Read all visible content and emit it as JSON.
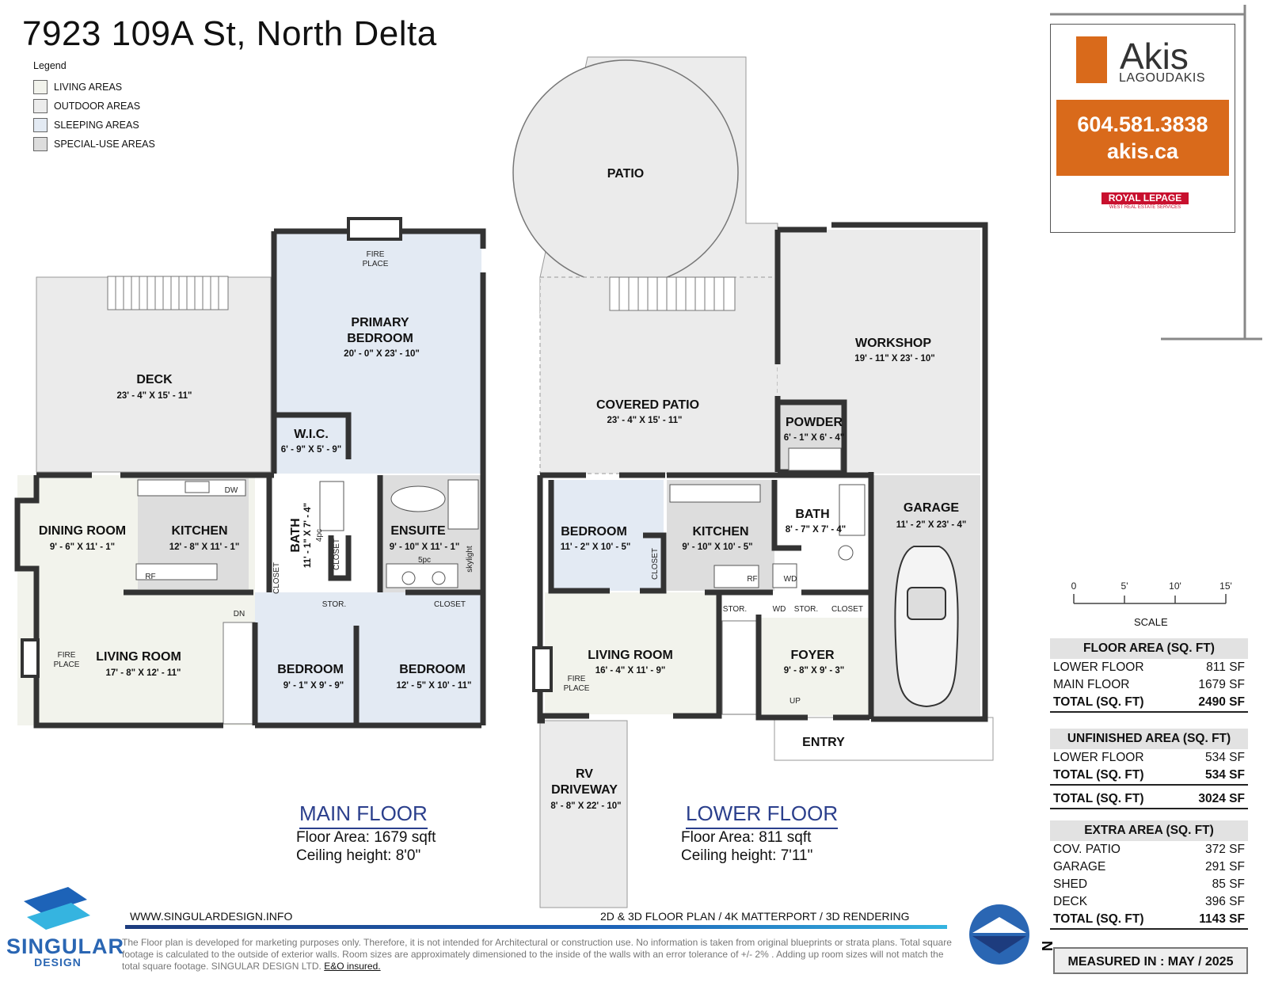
{
  "title": "7923 109A St, North Delta",
  "legend": {
    "heading": "Legend",
    "items": [
      {
        "label": "LIVING AREAS",
        "color": "#f2f3ec"
      },
      {
        "label": "OUTDOOR AREAS",
        "color": "#ececec"
      },
      {
        "label": "SLEEPING AREAS",
        "color": "#e3eaf3"
      },
      {
        "label": "SPECIAL-USE AREAS",
        "color": "#dddddd"
      }
    ]
  },
  "main_floor": {
    "title": "MAIN FLOOR",
    "floor_area": "Floor Area: 1679 sqft",
    "ceiling": "Ceiling height: 8'0\"",
    "rooms": {
      "deck": {
        "name": "DECK",
        "dims": "23' - 4\" X 15' - 11\""
      },
      "primary": {
        "name1": "PRIMARY",
        "name2": "BEDROOM",
        "dims": "20' - 0\" X 23' - 10\""
      },
      "wic": {
        "name": "W.I.C.",
        "dims": "6' - 9\" X 5' - 9\""
      },
      "dining": {
        "name": "DINING ROOM",
        "dims": "9' - 6\" X 11' - 1\""
      },
      "kitchen": {
        "name": "KITCHEN",
        "dims": "12' - 8\" X 11' - 1\""
      },
      "bath": {
        "name": "BATH",
        "dims": "11' - 1\" X 7' - 4\"",
        "note": "4pc"
      },
      "ensuite": {
        "name": "ENSUITE",
        "dims": "9' - 10\" X 11' - 1\"",
        "note": "5pc"
      },
      "living": {
        "name": "LIVING ROOM",
        "dims": "17' - 8\" X 12' - 11\""
      },
      "bedroom2": {
        "name": "BEDROOM",
        "dims": "9' - 1\" X 9' - 9\""
      },
      "bedroom3": {
        "name": "BEDROOM",
        "dims": "12' - 5\" X 10' - 11\""
      }
    },
    "small_labels": {
      "fireplace1": "FIRE",
      "fireplace2": "PLACE",
      "dn": "DN",
      "dw": "DW",
      "rf": "RF",
      "closet": "CLOSET",
      "stor": "STOR.",
      "skylight": "skylight"
    }
  },
  "lower_floor": {
    "title": "LOWER FLOOR",
    "floor_area": "Floor Area: 811 sqft",
    "ceiling": "Ceiling height: 7'11\"",
    "rooms": {
      "patio": {
        "name": "PATIO"
      },
      "covered_patio": {
        "name": "COVERED PATIO",
        "dims": "23' - 4\" X 15' - 11\""
      },
      "workshop": {
        "name": "WORKSHOP",
        "dims": "19' - 11\" X 23' - 10\""
      },
      "powder": {
        "name": "POWDER",
        "dims": "6' - 1\" X 6' - 4\""
      },
      "bedroom": {
        "name": "BEDROOM",
        "dims": "11' - 2\" X 10' - 5\""
      },
      "kitchen": {
        "name": "KITCHEN",
        "dims": "9' - 10\" X 10' - 5\""
      },
      "bath": {
        "name": "BATH",
        "dims": "8' - 7\" X 7' - 4\""
      },
      "garage": {
        "name": "GARAGE",
        "dims": "11' - 2\" X 23' - 4\""
      },
      "living": {
        "name": "LIVING ROOM",
        "dims": "16' - 4\" X 11' - 9\""
      },
      "foyer": {
        "name": "FOYER",
        "dims": "9' - 8\" X 9' - 3\""
      },
      "entry": {
        "name": "ENTRY"
      },
      "rv": {
        "name1": "RV",
        "name2": "DRIVEWAY",
        "dims": "8' - 8\" X 22' - 10\""
      }
    },
    "small_labels": {
      "up": "UP",
      "rf": "RF",
      "wd": "WD",
      "stor": "STOR.",
      "closet": "CLOSET",
      "fireplace1": "FIRE",
      "fireplace2": "PLACE"
    }
  },
  "agent": {
    "first_name": "Akis",
    "last_name": "LAGOUDAKIS",
    "phone": "604.581.3838",
    "website": "akis.ca",
    "brokerage": "ROYAL LEPAGE",
    "brokerage_sub": "WEST REAL ESTATE SERVICES",
    "brand_color": "#d96a1b"
  },
  "scale": {
    "ticks": [
      "0",
      "5'",
      "10'",
      "15'"
    ],
    "label": "SCALE"
  },
  "floor_area": {
    "heading": "FLOOR AREA (SQ. FT)",
    "rows": [
      {
        "label": "LOWER FLOOR",
        "value": "811 SF"
      },
      {
        "label": "MAIN FLOOR",
        "value": "1679 SF"
      }
    ],
    "total": {
      "label": "TOTAL (SQ. FT)",
      "value": "2490 SF"
    }
  },
  "unfinished_area": {
    "heading": "UNFINISHED AREA (SQ. FT)",
    "rows": [
      {
        "label": "LOWER FLOOR",
        "value": "534 SF"
      }
    ],
    "total": {
      "label": "TOTAL (SQ. FT)",
      "value": "534 SF"
    }
  },
  "grand_total": {
    "label": "TOTAL (SQ. FT)",
    "value": "3024 SF"
  },
  "extra_area": {
    "heading": "EXTRA AREA (SQ. FT)",
    "rows": [
      {
        "label": "COV. PATIO",
        "value": "372 SF"
      },
      {
        "label": "GARAGE",
        "value": "291 SF"
      },
      {
        "label": "SHED",
        "value": "85 SF"
      },
      {
        "label": "DECK",
        "value": "396 SF"
      }
    ],
    "total": {
      "label": "TOTAL (SQ. FT)",
      "value": "1143 SF"
    }
  },
  "measured": "MEASURED IN : MAY / 2025",
  "compass": "N",
  "footer": {
    "website": "WWW.SINGULARDESIGN.INFO",
    "services": "2D & 3D FLOOR PLAN / 4K MATTERPORT / 3D RENDERING",
    "disclaimer": "The Floor plan is developed for marketing purposes only. Therefore, it is not intended for Architectural or construction use. No information is taken from original blueprints or strata plans. Total square footage is calculated to the outside of exterior walls. Room sizes are approximately dimensioned to the inside of the walls with an error tolerance of +/- 2% . Adding up room sizes will not match the total square footage. SINGULAR DESIGN LTD.",
    "eo": "E&O insured.",
    "brand1": "SINGULAR",
    "brand2": "DESIGN"
  }
}
